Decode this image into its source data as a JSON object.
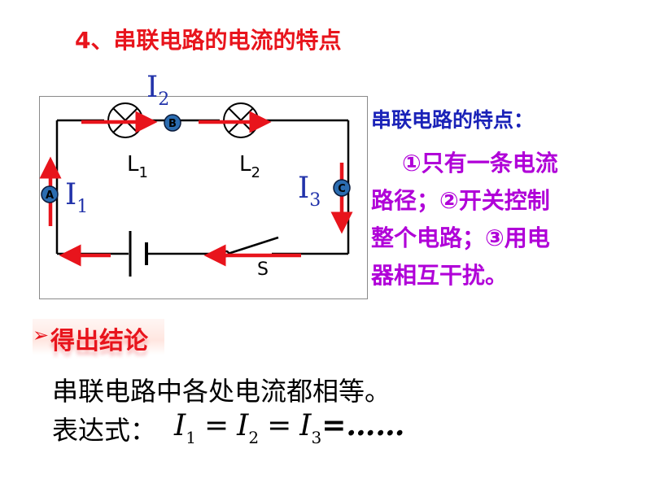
{
  "title": "4、串联电路的电流的特点",
  "circuit": {
    "lamp1_label": "L",
    "lamp1_sub": "1",
    "lamp2_label": "L",
    "lamp2_sub": "2",
    "switch_label": "S",
    "point_a": "A",
    "point_b": "B",
    "point_c": "C",
    "current_symbol": "I",
    "i1_sub": "1",
    "i2_sub": "2",
    "i3_sub": "3"
  },
  "features": {
    "heading": "串联电路的特点：",
    "line1": "①只有一条电流",
    "line2": "路径；②开关控制",
    "line3": "整个电路；③用电",
    "line4": "器相互干扰。"
  },
  "conclusion": {
    "bullet": "➢",
    "label": "得出结论",
    "statement": "串联电路中各处电流都相等。",
    "expression_label": "表达式：",
    "expr_symbol": "I",
    "sub1": "1",
    "sub2": "2",
    "sub3": "3",
    "equals": "=",
    "ellipsis": "=……"
  },
  "colors": {
    "title": "#e8141c",
    "arrow": "#e8141c",
    "heading": "#1a22b8",
    "features": "#b000d8",
    "node": "#2b6cb0",
    "current_label": "#2233aa"
  }
}
